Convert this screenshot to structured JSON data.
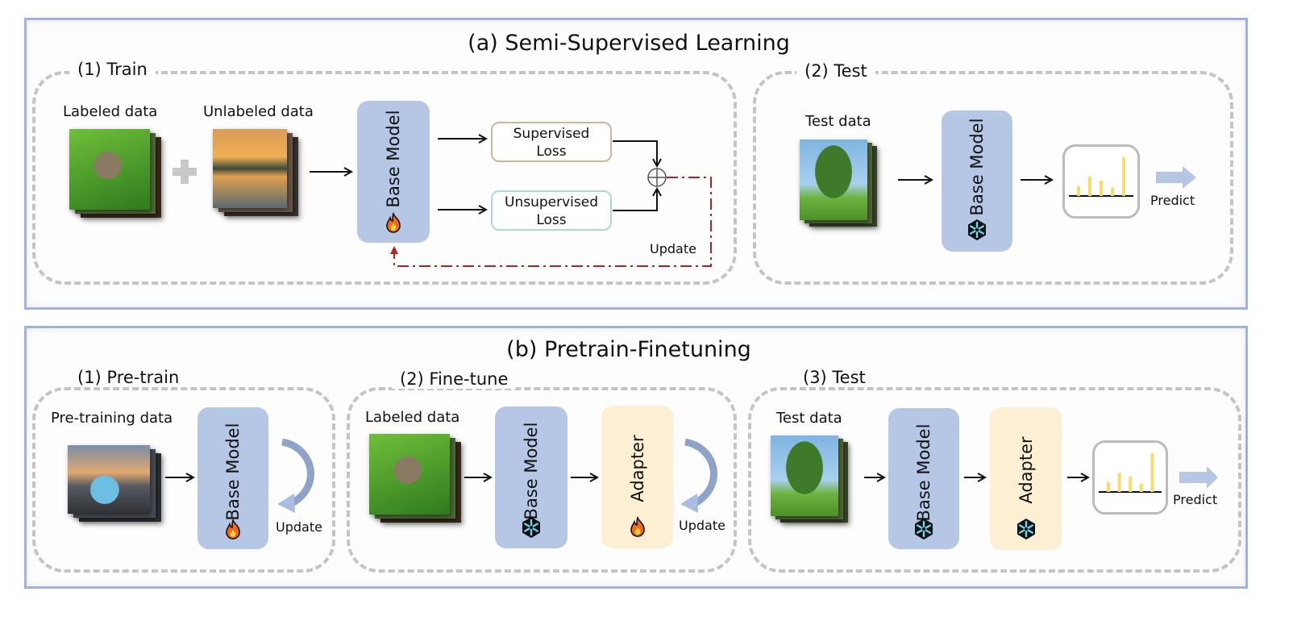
{
  "panel_a": {
    "title": "(a) Semi-Supervised Learning",
    "train": {
      "label": "(1) Train",
      "labeled_data": "Labeled data",
      "unlabeled_data": "Unlabeled data",
      "model": "Base Model",
      "model_state_icon": "fire-icon",
      "supervised_loss": [
        "Supervised",
        "Loss"
      ],
      "unsupervised_loss": [
        "Unsupervised",
        "Loss"
      ],
      "update": "Update"
    },
    "test": {
      "label": "(2) Test",
      "test_data": "Test data",
      "model": "Base Model",
      "model_state_icon": "snowflake-icon",
      "predict": "Predict"
    }
  },
  "panel_b": {
    "title": "(b) Pretrain-Finetuning",
    "pretrain": {
      "label": "(1) Pre-train",
      "data": "Pre-training data",
      "model": "Base Model",
      "model_state_icon": "fire-icon",
      "update": "Update"
    },
    "finetune": {
      "label": "(2) Fine-tune",
      "data": "Labeled data",
      "model": "Base Model",
      "model_state_icon": "snowflake-icon",
      "adapter": "Adapter",
      "adapter_state_icon": "fire-icon",
      "update": "Update"
    },
    "test": {
      "label": "(3) Test",
      "data": "Test data",
      "model": "Base Model",
      "model_state_icon": "snowflake-icon",
      "adapter": "Adapter",
      "adapter_state_icon": "snowflake-icon",
      "predict": "Predict"
    }
  },
  "prediction_bars": [
    0.25,
    0.5,
    0.4,
    0.22,
    1.0
  ],
  "colors": {
    "panel_border": "#9fb3dc",
    "model_fill": "#b6c7e5",
    "adapter_fill": "#fdefd3",
    "supervised_border": "#c9b99a",
    "unsupervised_border": "#a8dccf",
    "update_line": "#b22222",
    "bar": "#f9dc6b"
  }
}
